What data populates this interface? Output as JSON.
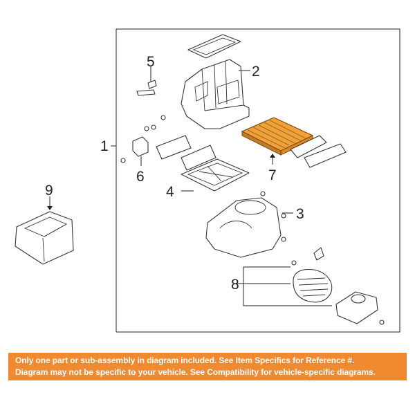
{
  "callouts": {
    "c1": "1",
    "c2": "2",
    "c3": "3",
    "c4": "4",
    "c5": "5",
    "c6": "6",
    "c7": "7",
    "c8": "8",
    "c9": "9"
  },
  "notice": {
    "line1": "Only one part or sub-assembly in diagram included. See Item Specifics for Reference #.",
    "line2": "Diagram may not be specific to your vehicle. See Compatibility for vehicle-specific diagrams.",
    "background": "#f08a30",
    "text_color": "#ffffff"
  },
  "highlight": {
    "part": "7",
    "color": "#f0a13a"
  }
}
